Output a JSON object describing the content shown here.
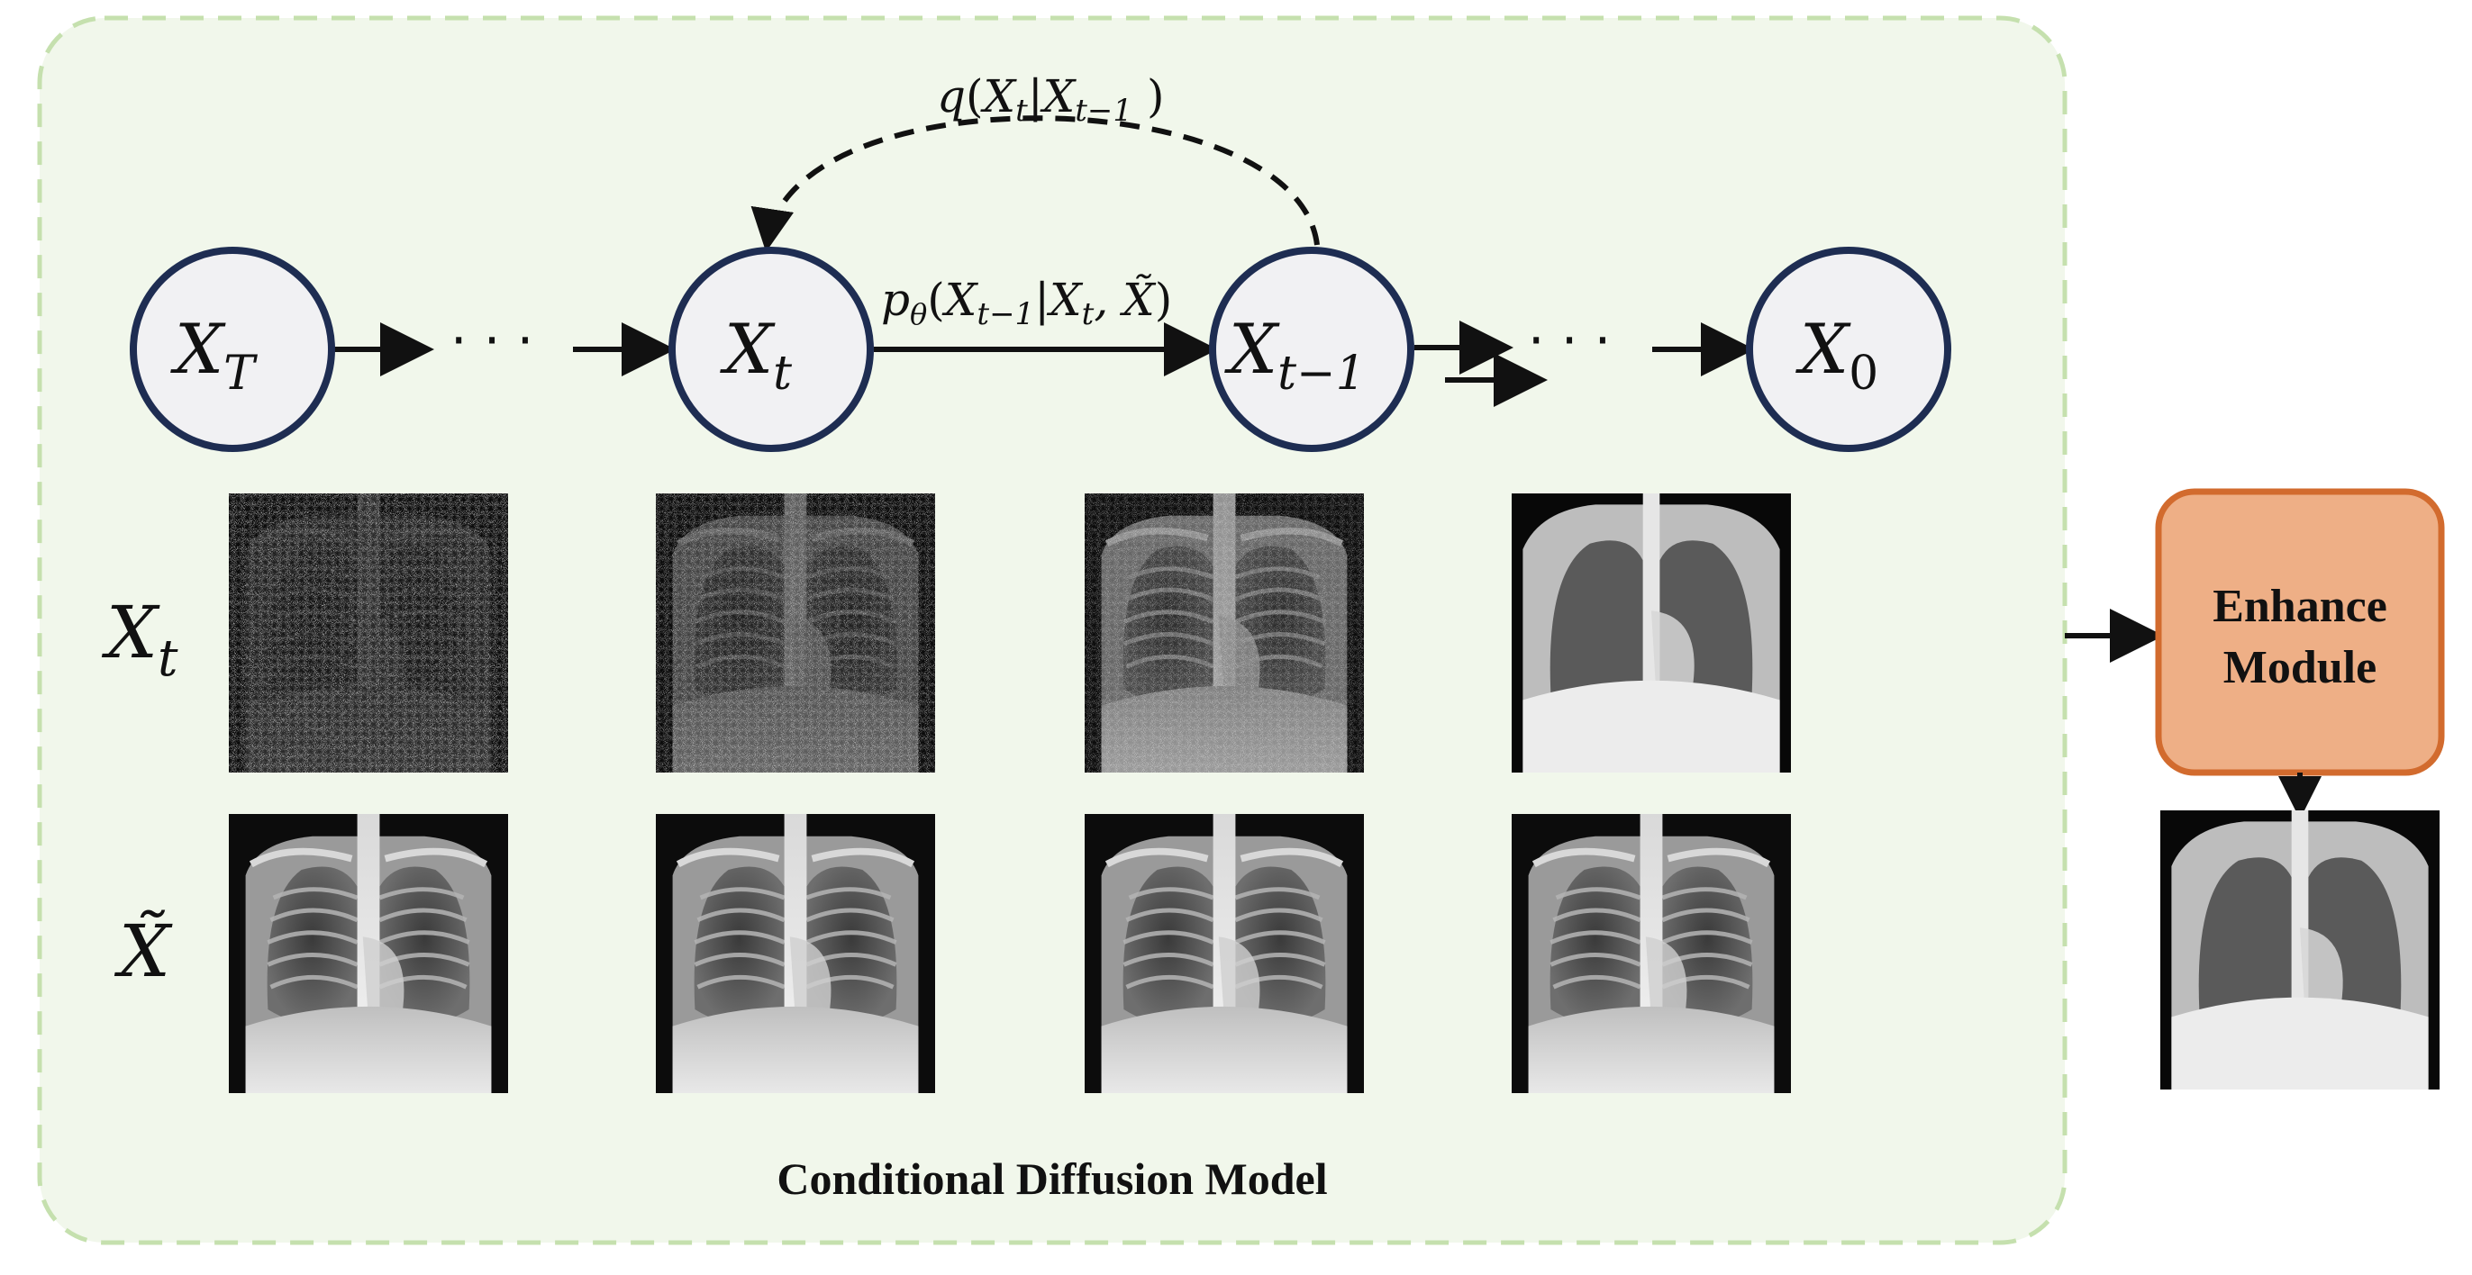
{
  "container": {
    "title": "Conditional Diffusion Model",
    "background": "#f1f7eb",
    "border": "#c5e0ae"
  },
  "nodes": [
    {
      "id": "xT",
      "base": "X",
      "sub": "T"
    },
    {
      "id": "xt",
      "base": "X",
      "sub": "t"
    },
    {
      "id": "xt1",
      "base": "X",
      "sub": "t−1"
    },
    {
      "id": "x0",
      "base": "X",
      "sub": "0"
    }
  ],
  "node_style": {
    "fill": "#f1f1f3",
    "stroke": "#1e2d52"
  },
  "ellipsis": "· · ·",
  "forward_label": {
    "prefix": "q",
    "body": "X",
    "sub1": "t",
    "mid": "|X",
    "sub2": "t−1"
  },
  "reverse_label": {
    "prefix": "p",
    "prefix_sub": "θ",
    "body": "X",
    "sub1": "t−1",
    "mid": "|X",
    "sub2": "t",
    "cond": ", X̃"
  },
  "row_labels": {
    "noisy": {
      "base": "X",
      "sub": "t"
    },
    "condition": {
      "base": "X̃"
    }
  },
  "noise_levels": [
    1.0,
    0.72,
    0.42,
    0.0
  ],
  "enhance_module": {
    "line1": "Enhance",
    "line2": "Module",
    "fill": "#eeaf86",
    "stroke": "#d26b2e"
  }
}
